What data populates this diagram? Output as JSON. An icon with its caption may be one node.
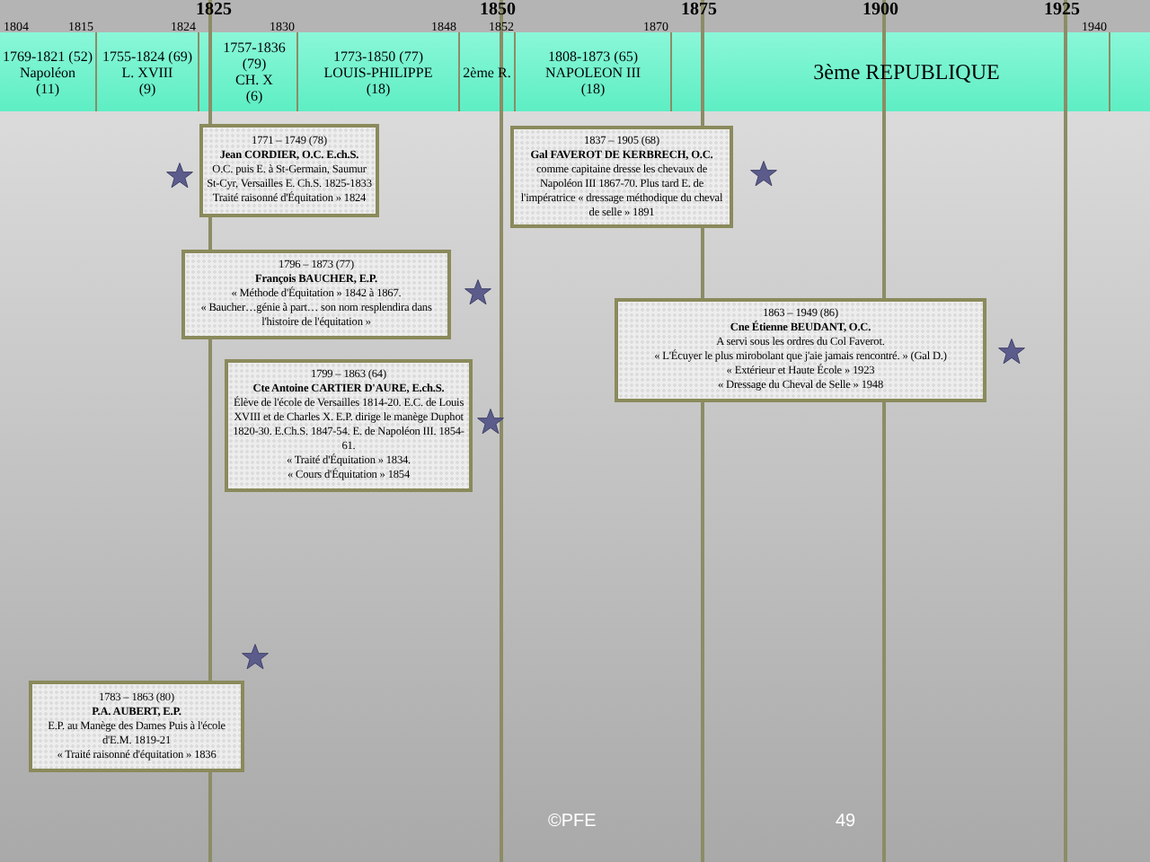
{
  "diagram": {
    "nodes": [
      {
        "text": [
          "1769-1821 (52)",
          "Napoléon",
          "(11)"
        ]
      },
      {
        "text": [
          "1755-1824 (69)",
          "L. XVIII",
          "(9)"
        ]
      },
      {
        "text": [
          "1757-1836 (79)",
          "CH. X",
          "(6)"
        ]
      },
      {
        "text": [
          "1773-1850 (77)",
          "LOUIS-PHILIPPE",
          "(18)"
        ]
      },
      {
        "text": [
          "2ème R."
        ]
      },
      {
        "text": [
          "1808-1873 (65)",
          "NAPOLEON III",
          "(18)"
        ]
      },
      {
        "text": [
          "3ème REPUBLIQUE"
        ]
      },
      {
        "text": [
          "1771 – 1749 (78)",
          "Jean CORDIER, O.C. E.ch.S.",
          "O.C. puis E. à St-Germain, Saumur St-Cyr, Versailles E. Ch.S. 1825-1833",
          "Traité raisonné d'Équitation » 1824"
        ]
      },
      {
        "text": [
          "1837 – 1905 (68)",
          "Gal FAVEROT DE KERBRECH, O.C.",
          "comme capitaine dresse les chevaux de Napoléon III 1867-70. Plus tard E. de l'impératrice « dressage méthodique du cheval de selle » 1891"
        ]
      },
      {
        "text": [
          "1796 – 1873 (77)",
          "François BAUCHER, E.P.",
          "« Méthode d'Équitation » 1842 à 1867.",
          "« Baucher…génie à part… son nom resplendira dans l'histoire de l'équitation »"
        ]
      },
      {
        "text": [
          "1799 – 1863 (64)",
          "Cte Antoine CARTIER D'AURE, E.ch.S.",
          "Élève de l'école de Versailles 1814-20. E.C. de Louis XVIII et de Charles X. E.P. dirige le manège Duphot 1820-30. E.Ch.S. 1847-54. E. de Napoléon III. 1854-61.",
          "« Traité d'Équitation » 1834.",
          "« Cours d'Équitation » 1854"
        ]
      },
      {
        "text": [
          "1863 – 1949 (86)",
          "Cne Étienne BEUDANT, O.C.",
          "A servi sous les ordres du Col Faverot.",
          "« L'Écuyer le plus mirobolant que j'aie jamais rencontré. » (Gal D.)",
          "« Extérieur et Haute École » 1923",
          "« Dressage du Cheval de Selle » 1948"
        ]
      },
      {
        "text": [
          "1783 – 1863 (80)",
          "P.A. AUBERT, E.P.",
          "E.P. au Manège des Dames Puis à l'école d'E.M. 1819-21",
          "« Traité raisonné d'équitation » 1836"
        ]
      }
    ],
    "labels": [
      "1825",
      "1850",
      "1875",
      "1900",
      "1925",
      "1804",
      "1815",
      "1824",
      "1830",
      "1848",
      "1852",
      "1870",
      "1940",
      "©PFE",
      "49"
    ]
  }
}
